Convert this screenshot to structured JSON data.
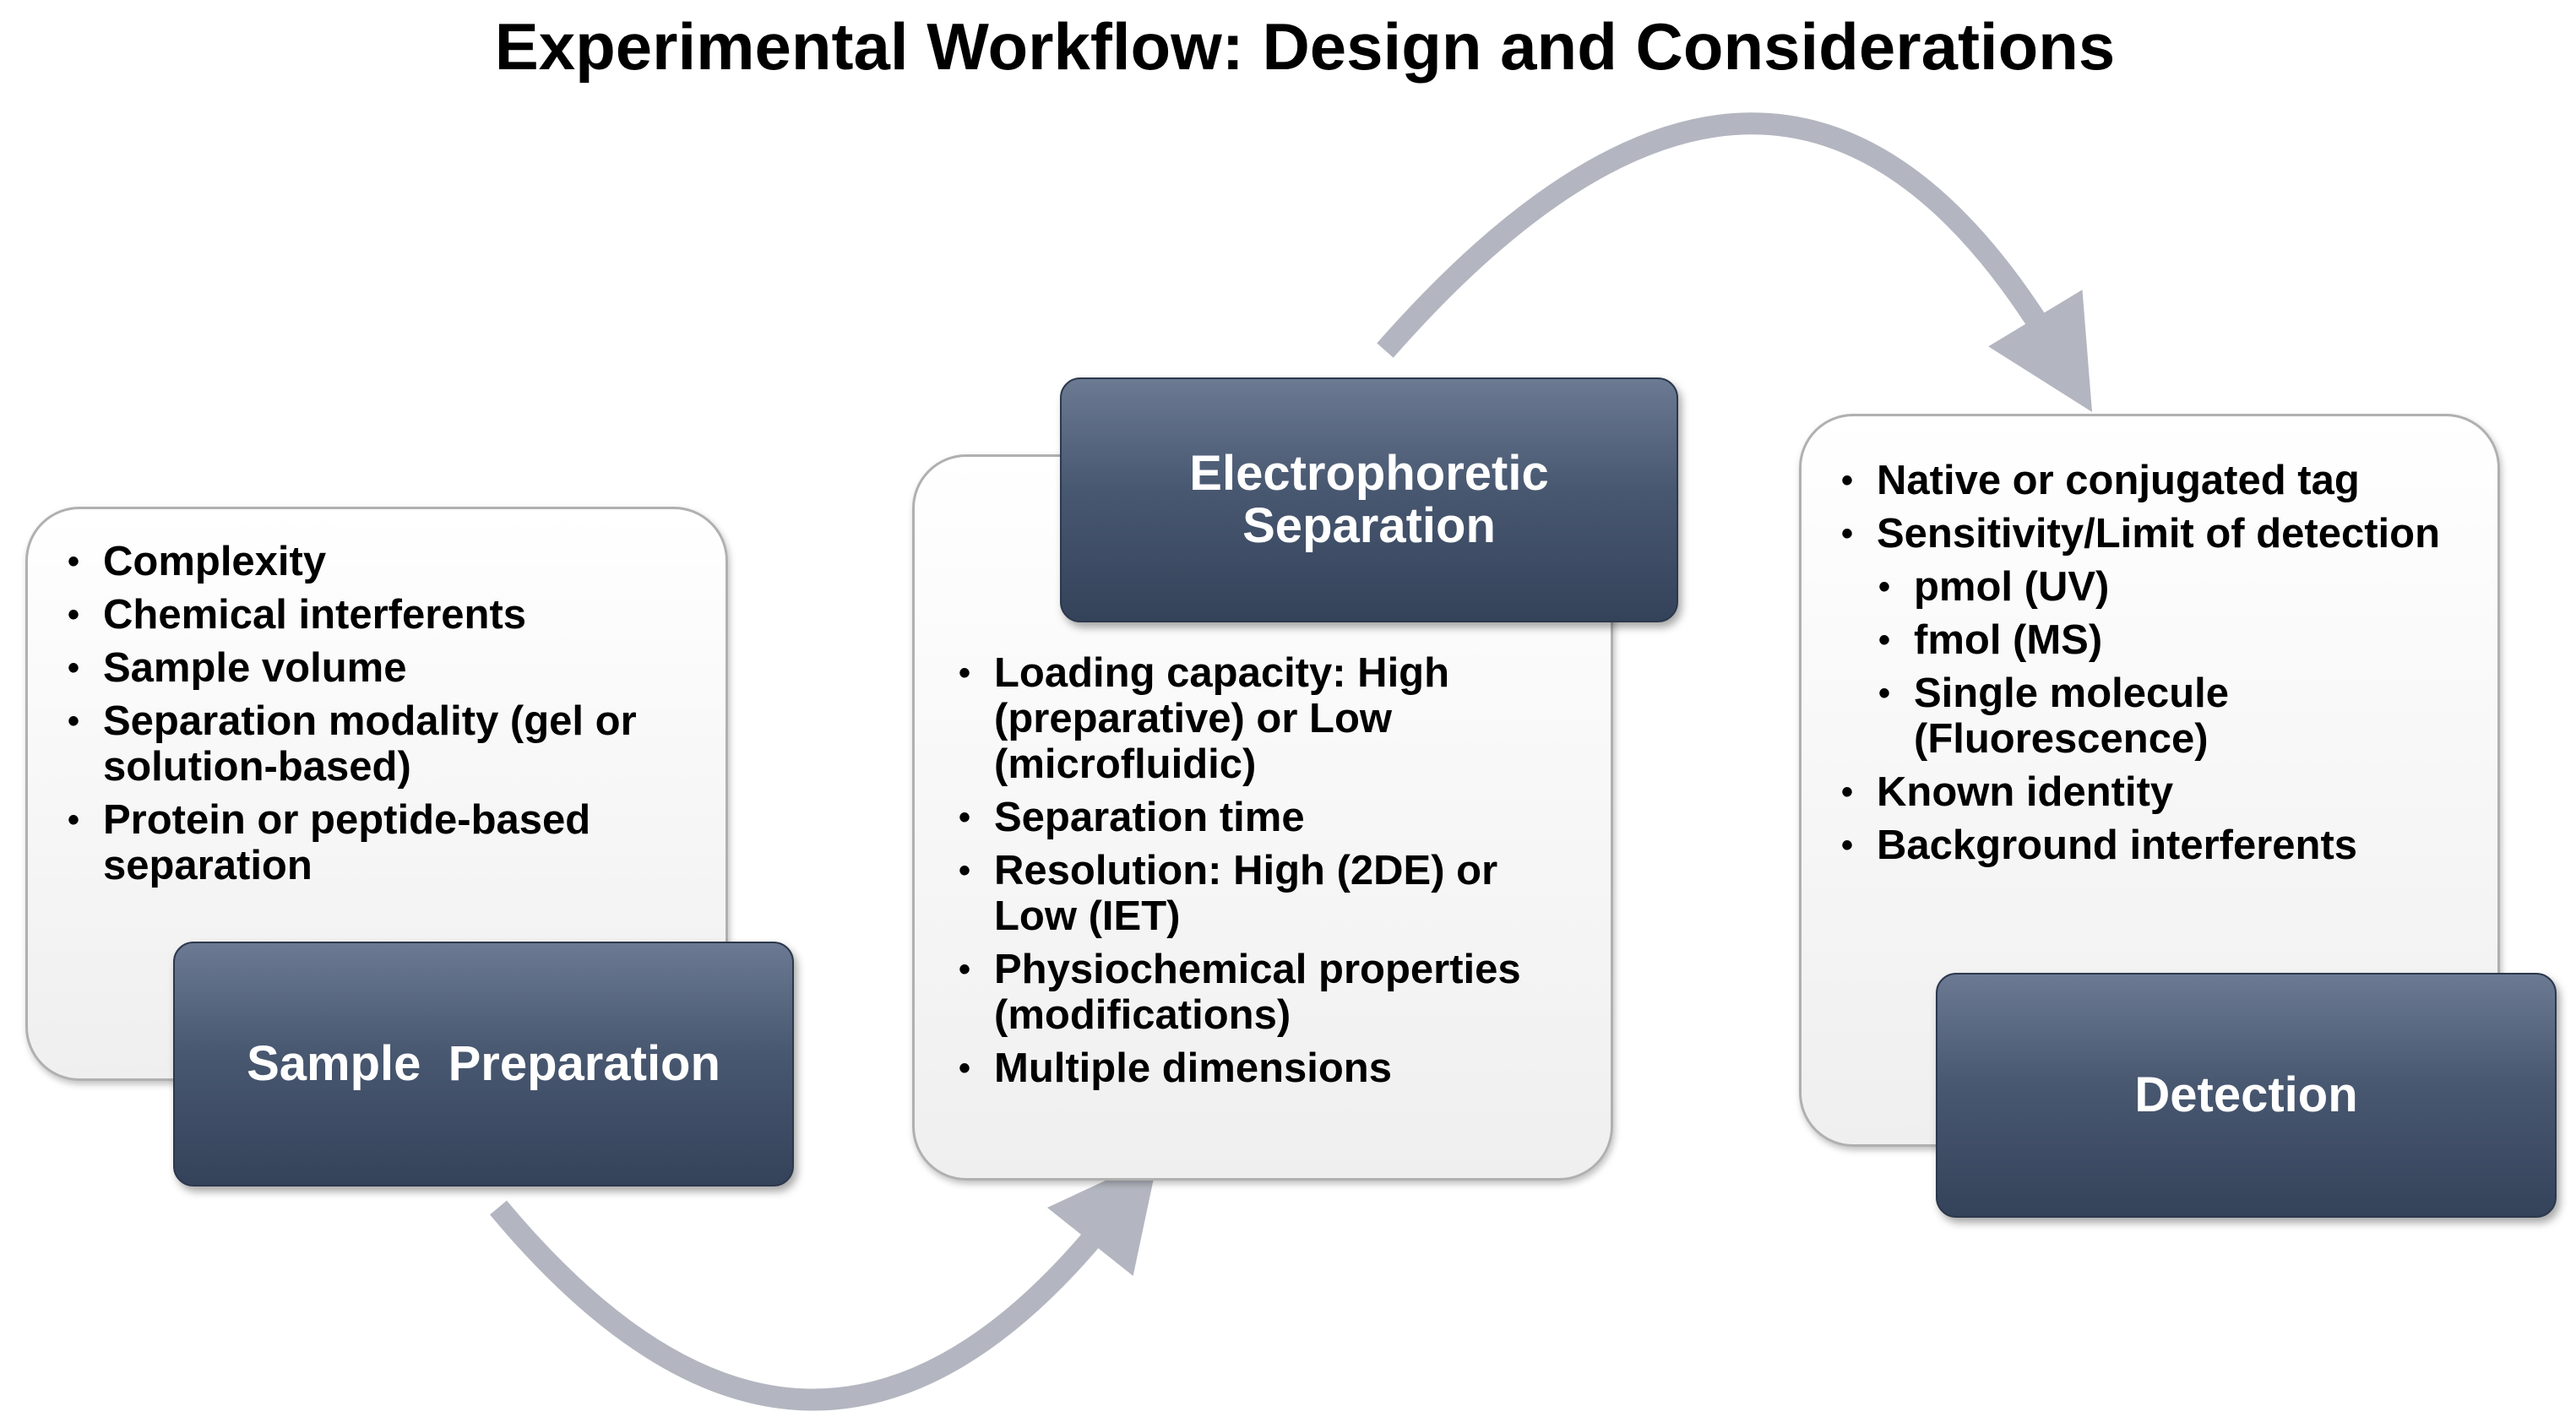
{
  "title": "Experimental Workflow: Design and Considerations",
  "colors": {
    "header_fill": "#495871",
    "panel_fill": "#efefef",
    "arrow": "#b3b6c0"
  },
  "stages": {
    "sample_preparation": {
      "header": "Sample  Preparation",
      "items": [
        "Complexity",
        "Chemical interferents",
        "Sample volume",
        "Separation modality (gel or solution-based)",
        "Protein or peptide-based separation"
      ]
    },
    "electrophoretic_separation": {
      "header": "Electrophoretic Separation",
      "items": [
        "Loading capacity:  High (preparative) or Low (microfluidic)",
        "Separation time",
        "Resolution:  High  (2DE) or Low (IET)",
        "Physiochemical properties (modifications)",
        "Multiple dimensions"
      ]
    },
    "detection": {
      "header": "Detection",
      "items": [
        "Native or conjugated tag",
        "Sensitivity/Limit of detection",
        "pmol (UV)",
        "fmol (MS)",
        "Single molecule (Fluorescence)",
        "Known identity",
        "Background interferents"
      ]
    }
  }
}
